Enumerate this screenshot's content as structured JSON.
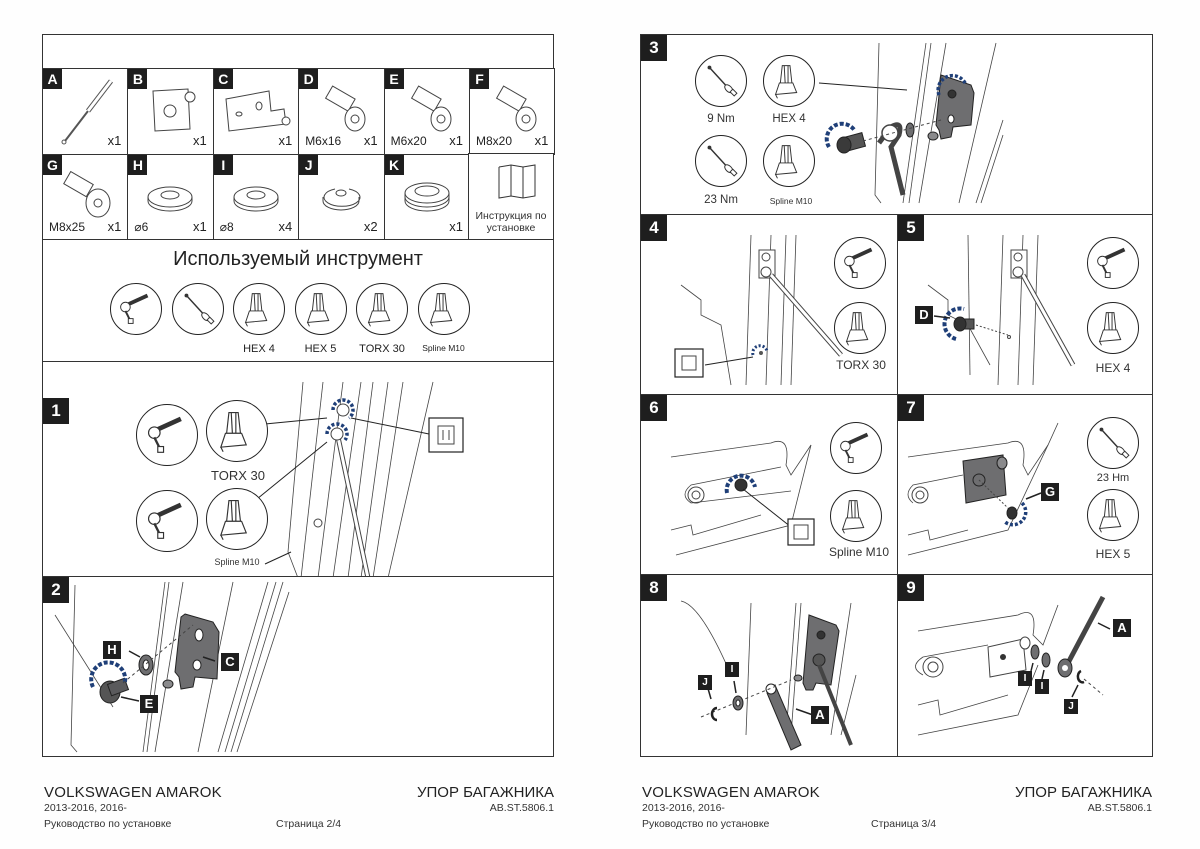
{
  "left_page": {
    "parts": [
      {
        "letter": "A",
        "qty": "x1",
        "size": "",
        "icon": "gas-strut-icon"
      },
      {
        "letter": "B",
        "qty": "x1",
        "size": "",
        "icon": "bracket-b-icon"
      },
      {
        "letter": "C",
        "qty": "x1",
        "size": "",
        "icon": "bracket-c-icon"
      },
      {
        "letter": "D",
        "qty": "x1",
        "size": "M6x16",
        "icon": "bolt-icon"
      },
      {
        "letter": "E",
        "qty": "x1",
        "size": "M6x20",
        "icon": "bolt-icon"
      },
      {
        "letter": "F",
        "qty": "x1",
        "size": "M8x20",
        "icon": "bolt-icon"
      },
      {
        "letter": "G",
        "qty": "x1",
        "size": "M8x25",
        "icon": "countersunk-bolt-icon"
      },
      {
        "letter": "H",
        "qty": "x1",
        "size": "⌀6",
        "icon": "washer-icon"
      },
      {
        "letter": "I",
        "qty": "x4",
        "size": "⌀8",
        "icon": "washer-icon"
      },
      {
        "letter": "J",
        "qty": "x2",
        "size": "",
        "icon": "circlip-icon"
      },
      {
        "letter": "K",
        "qty": "x1",
        "size": "",
        "icon": "grommet-icon"
      }
    ],
    "manual_cell": {
      "label": "Инструкция по установке",
      "icon": "folded-manual-icon"
    },
    "tools": {
      "title": "Используемый инструмент",
      "items": [
        {
          "icon": "ratchet-icon",
          "label": ""
        },
        {
          "icon": "torque-wrench-icon",
          "label": ""
        },
        {
          "icon": "hex-bit-icon",
          "label": "HEX 4"
        },
        {
          "icon": "hex-bit-icon",
          "label": "HEX 5"
        },
        {
          "icon": "torx-bit-icon",
          "label": "TORX 30"
        },
        {
          "icon": "spline-bit-icon",
          "label": "Spline M10"
        }
      ]
    },
    "step1": {
      "number": "1",
      "tool_label_top": "TORX 30",
      "tool_label_bottom": "Spline M10"
    },
    "step2": {
      "number": "2",
      "callouts": [
        "H",
        "C",
        "E"
      ]
    },
    "footer": {
      "brand": "VOLKSWAGEN AMAROK",
      "years": "2013-2016, 2016-",
      "doc": "Руководство по установке",
      "page": "Страница 2/4",
      "title": "УПОР БАГАЖНИКА",
      "code": "AB.ST.5806.1"
    }
  },
  "right_page": {
    "step3": {
      "number": "3",
      "labels": [
        "9 Nm",
        "HEX 4",
        "23 Nm",
        "Spline M10"
      ]
    },
    "step4": {
      "number": "4",
      "label": "TORX 30"
    },
    "step5": {
      "number": "5",
      "label": "HEX 4",
      "callout": "D"
    },
    "step6": {
      "number": "6",
      "label": "Spline M10"
    },
    "step7": {
      "number": "7",
      "labels": [
        "23 Hm",
        "HEX 5"
      ],
      "callout": "G"
    },
    "step8": {
      "number": "8",
      "callouts": [
        "J",
        "I",
        "A"
      ]
    },
    "step9": {
      "number": "9",
      "callouts": [
        "A",
        "I",
        "I",
        "J"
      ]
    },
    "footer": {
      "brand": "VOLKSWAGEN AMAROK",
      "years": "2013-2016, 2016-",
      "doc": "Руководство по установке",
      "page": "Страница 3/4",
      "title": "УПОР БАГАЖНИКА",
      "code": "AB.ST.5806.1"
    }
  },
  "colors": {
    "rotation_arrow": "#1f3f78",
    "part_fill": "#6e6e70",
    "ink": "#222222"
  }
}
